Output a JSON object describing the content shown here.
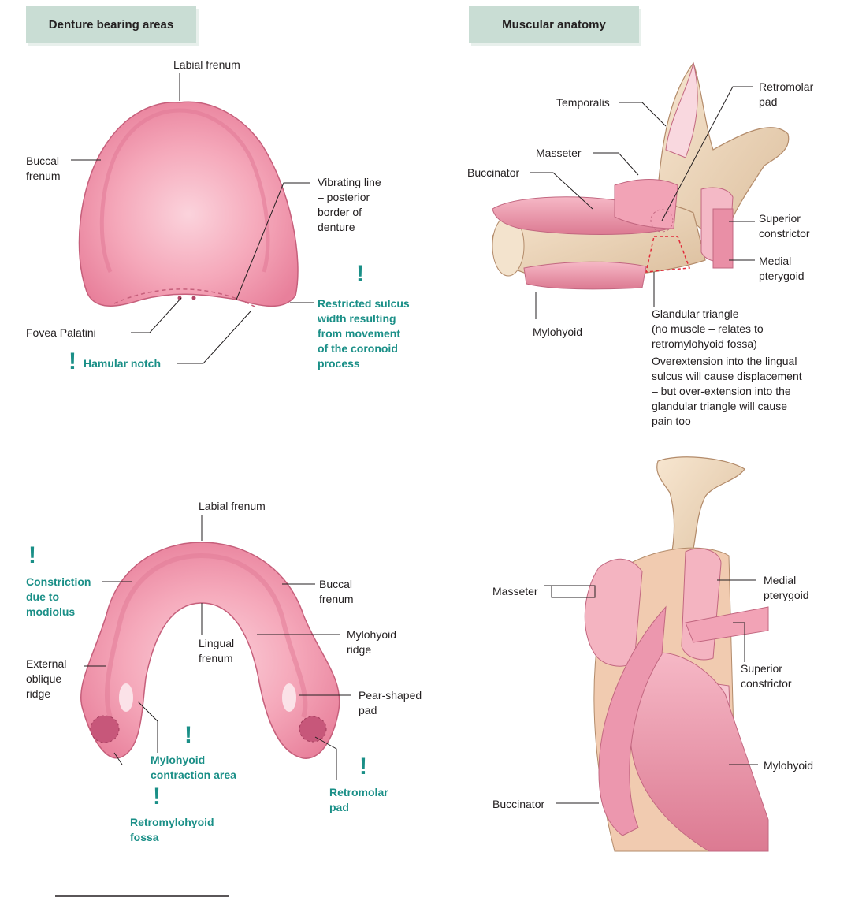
{
  "tabs": {
    "left": "Denture bearing areas",
    "right": "Muscular anatomy"
  },
  "upper": {
    "labial_frenum": "Labial frenum",
    "buccal_frenum": "Buccal\nfrenum",
    "vibrating_line": "Vibrating line\n– posterior\nborder of\ndenture",
    "fovea": "Fovea Palatini",
    "hamular": "Hamular notch",
    "restricted": "Restricted sulcus\nwidth resulting\nfrom movement\nof the coronoid\nprocess"
  },
  "muscular_top": {
    "temporalis": "Temporalis",
    "retromolar": "Retromolar\npad",
    "masseter": "Masseter",
    "buccinator": "Buccinator",
    "superior": "Superior\nconstrictor",
    "medial": "Medial\npterygoid",
    "mylohyoid": "Mylohyoid",
    "glandular": "Glandular triangle\n(no muscle – relates to\nretromylohyoid fossa)",
    "overextension": "Overextension into the lingual\nsulcus will cause displacement\n– but over-extension into the\nglandular triangle will cause\npain too"
  },
  "lower": {
    "labial_frenum": "Labial frenum",
    "constriction": "Constriction\ndue to\nmodiolus",
    "buccal_frenum": "Buccal\nfrenum",
    "mylohyoid_ridge": "Mylohyoid\nridge",
    "lingual_frenum": "Lingual\nfrenum",
    "external_oblique": "External\noblique\nridge",
    "pear_pad": "Pear-shaped\npad",
    "mylohyoid_contraction": "Mylohyoid\ncontraction area",
    "retromolar": "Retromolar\npad",
    "retromylohyoid": "Retromylohyoid\nfossa"
  },
  "muscular_bottom": {
    "masseter": "Masseter",
    "medial": "Medial\npterygoid",
    "superior": "Superior\nconstrictor",
    "mylohyoid": "Mylohyoid",
    "buccinator": "Buccinator"
  },
  "warning_symbol": "!",
  "colors": {
    "tab": "#c9ddd4",
    "warning": "#1a8f87",
    "gum": "#ec8ea6",
    "bone": "#f0d9bf"
  }
}
